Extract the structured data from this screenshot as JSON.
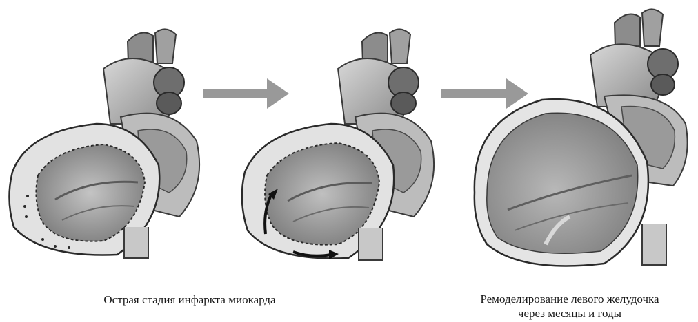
{
  "captions": {
    "acute_stage": "Острая стадия инфаркта миокарда",
    "remodeling_line1": "Ремоделирование левого желудочка",
    "remodeling_line2": "через месяцы и годы"
  },
  "icons": {
    "heart_acute": "heart-cross-section-icon",
    "arrow": "right-arrow-icon",
    "heart_expanding": "heart-cross-section-expanding-icon",
    "heart_remodeled": "heart-cross-section-remodeled-icon"
  },
  "colors": {
    "arrow": "#999999",
    "heart_fill": "#b4b4b4",
    "heart_shadow": "#6a6a6a",
    "cavity": "#a8a8a8",
    "wall": "#e4e4e4"
  }
}
